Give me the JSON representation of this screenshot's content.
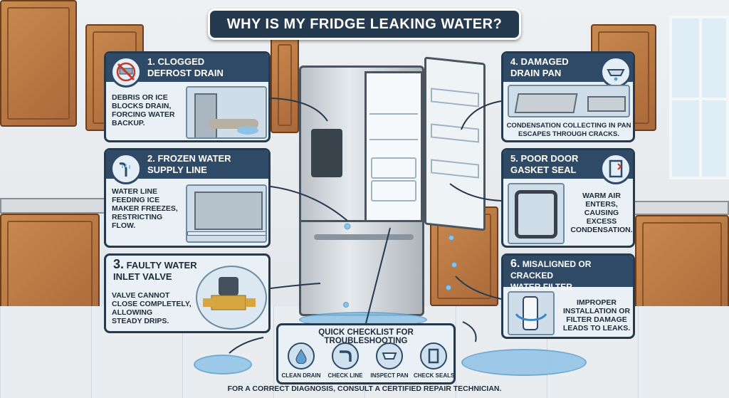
{
  "title": "WHY IS MY FRIDGE LEAKING WATER?",
  "causes": [
    {
      "number": "1.",
      "title": "CLOGGED\nDEFROST DRAIN",
      "desc": "DEBRIS OR ICE\nBLOCKS DRAIN,\nFORCING WATER\nBACKUP.",
      "icon": "clogged-pipe-icon"
    },
    {
      "number": "2.",
      "title": "FROZEN WATER\nSUPPLY LINE",
      "desc": "WATER LINE\nFEEDING ICE\nMAKER FREEZES,\nRESTRICTING\nFLOW.",
      "icon": "frozen-line-icon"
    },
    {
      "number": "3.",
      "title": "FAULTY WATER\nINLET VALVE",
      "desc": "VALVE CANNOT\nCLOSE COMPLETELY,\nALLOWING\nSTEADY DRIPS.",
      "icon": "valve-icon"
    },
    {
      "number": "4.",
      "title": "DAMAGED\nDRAIN PAN",
      "desc": "CONDENSATION COLLECTING IN PAN\nESCAPES THROUGH CRACKS.",
      "icon": "drain-pan-icon"
    },
    {
      "number": "5.",
      "title": "POOR DOOR\nGASKET SEAL",
      "desc": "WARM AIR\nENTERS,\nCAUSING\nEXCESS\nCONDENSATION.",
      "icon": "door-gasket-icon"
    },
    {
      "number": "6.",
      "title": "MISALIGNED OR CRACKED\nWATER FILTER",
      "desc": "IMPROPER\nINSTALLATION OR\nFILTER DAMAGE\nLEADS TO LEAKS.",
      "icon": "water-filter-icon"
    }
  ],
  "checklist": {
    "title": "QUICK CHECKLIST FOR TROUBLESHOOTING",
    "items": [
      {
        "label": "CLEAN DRAIN",
        "icon": "water-drop-icon"
      },
      {
        "label": "CHECK LINE",
        "icon": "pipe-icon"
      },
      {
        "label": "INSPECT PAN",
        "icon": "pan-icon"
      },
      {
        "label": "CHECK SEALS",
        "icon": "seal-icon"
      }
    ]
  },
  "footer": "FOR A CORRECT DIAGNOSIS, CONSULT A CERTIFIED REPAIR TECHNICIAN.",
  "colors": {
    "panel": "#2f4a66",
    "card_bg": "#e9f1f7",
    "water": "#8fc3e6",
    "wood": "#b87440"
  }
}
